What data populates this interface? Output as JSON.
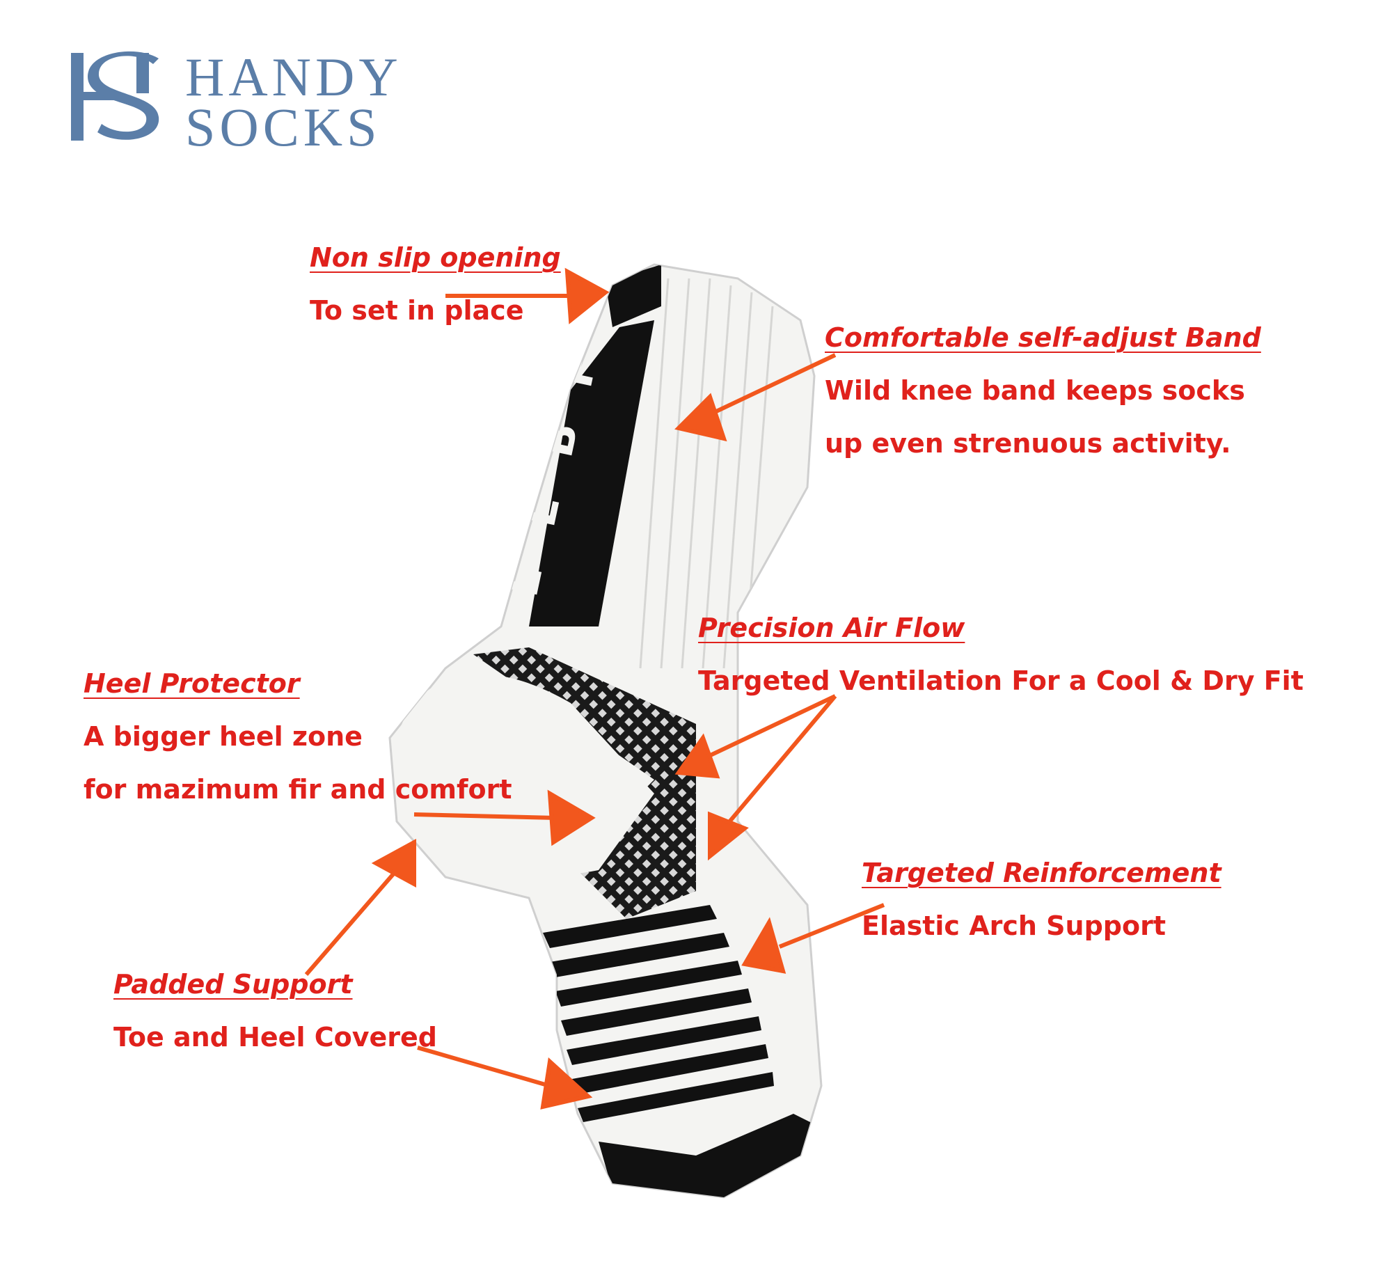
{
  "brand": {
    "monogram": "HS",
    "line1": "HANDY",
    "line2": "SOCKS",
    "color": "#5b7ea8"
  },
  "colors": {
    "label_red": "#e0211c",
    "arrow_orange": "#f2571d",
    "sock_white": "#f4f4f2",
    "sock_black": "#111111"
  },
  "sock_lettering": [
    "F",
    "B",
    "E",
    "L"
  ],
  "annotations": {
    "non_slip": {
      "title": "Non slip opening",
      "lines": [
        "To set in place"
      ]
    },
    "band": {
      "title": "Comfortable self-adjust Band",
      "lines": [
        "Wild knee band keeps socks",
        "up  even strenuous activity."
      ]
    },
    "air_flow": {
      "title": "Precision Air Flow",
      "lines": [
        "Targeted Ventilation For a Cool & Dry Fit"
      ]
    },
    "heel": {
      "title": "Heel Protector",
      "lines": [
        "A bigger heel zone",
        "for mazimum fir and comfort"
      ]
    },
    "reinforcement": {
      "title": "Targeted Reinforcement",
      "lines": [
        "Elastic Arch Support"
      ]
    },
    "padded": {
      "title": "Padded Support",
      "lines": [
        "Toe and Heel Covered"
      ]
    }
  }
}
